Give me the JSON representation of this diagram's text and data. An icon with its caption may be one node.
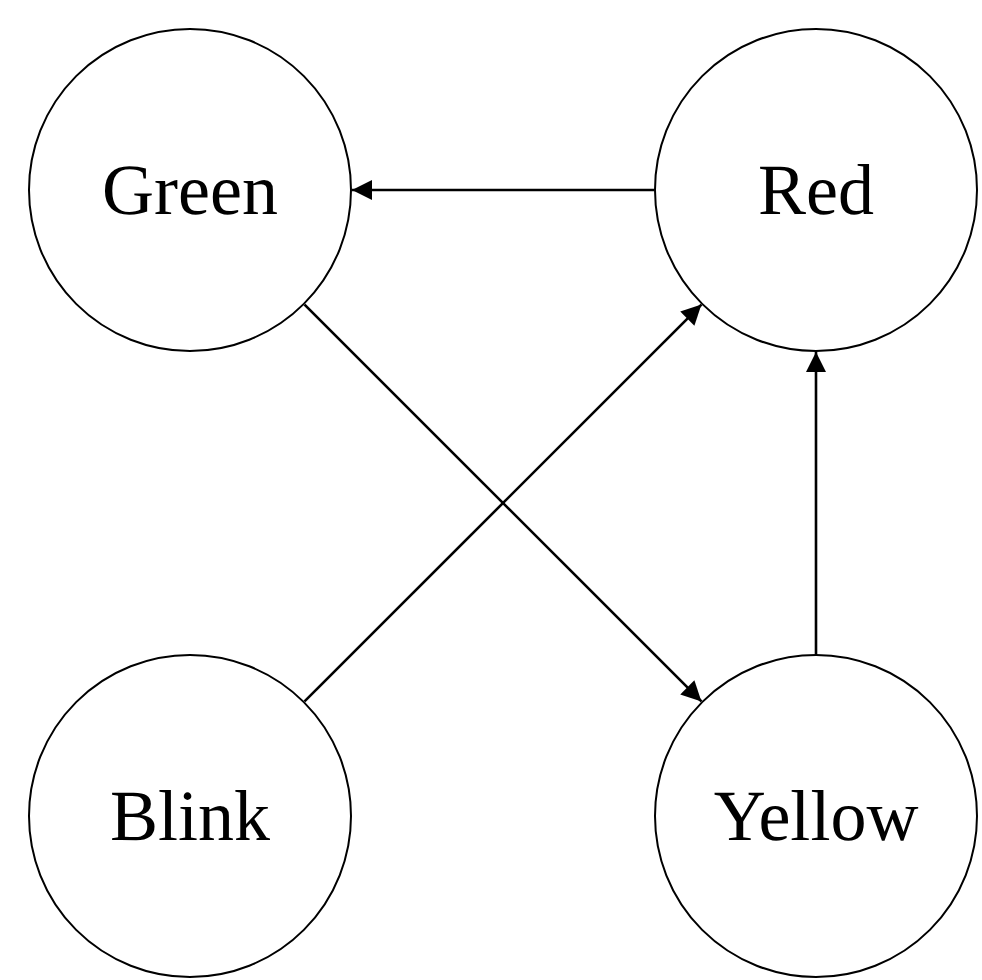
{
  "diagram": {
    "nodes": [
      {
        "text": [
          "Green"
        ]
      },
      {
        "text": [
          "Red"
        ]
      },
      {
        "text": [
          "Blink"
        ]
      },
      {
        "text": [
          "Yellow"
        ]
      }
    ],
    "edges": [
      {
        "from": 1,
        "to": 0,
        "arrow": "to"
      },
      {
        "from": 0,
        "to": 3,
        "arrow": "to"
      },
      {
        "from": 2,
        "to": 1,
        "arrow": "to"
      },
      {
        "from": 3,
        "to": 1,
        "arrow": "to"
      }
    ]
  }
}
